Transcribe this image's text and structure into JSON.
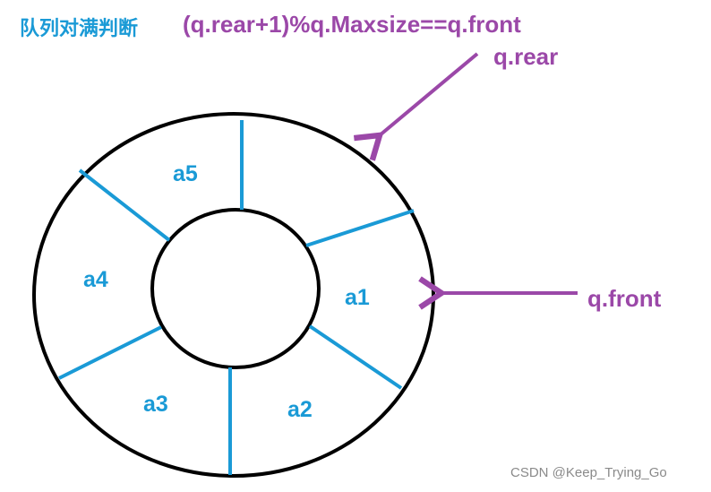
{
  "title": {
    "chinese": "队列对满判断",
    "formula": "(q.rear+1)%q.Maxsize==q.front"
  },
  "pointers": {
    "rear": "q.rear",
    "front": "q.front"
  },
  "slots": {
    "a1": "a1",
    "a2": "a2",
    "a3": "a3",
    "a4": "a4",
    "a5": "a5"
  },
  "watermark": "CSDN @Keep_Trying_Go",
  "colors": {
    "slot_text": "#1a9ad6",
    "divider": "#1a9ad6",
    "pointer": "#9b48a8",
    "ring": "#000000"
  }
}
